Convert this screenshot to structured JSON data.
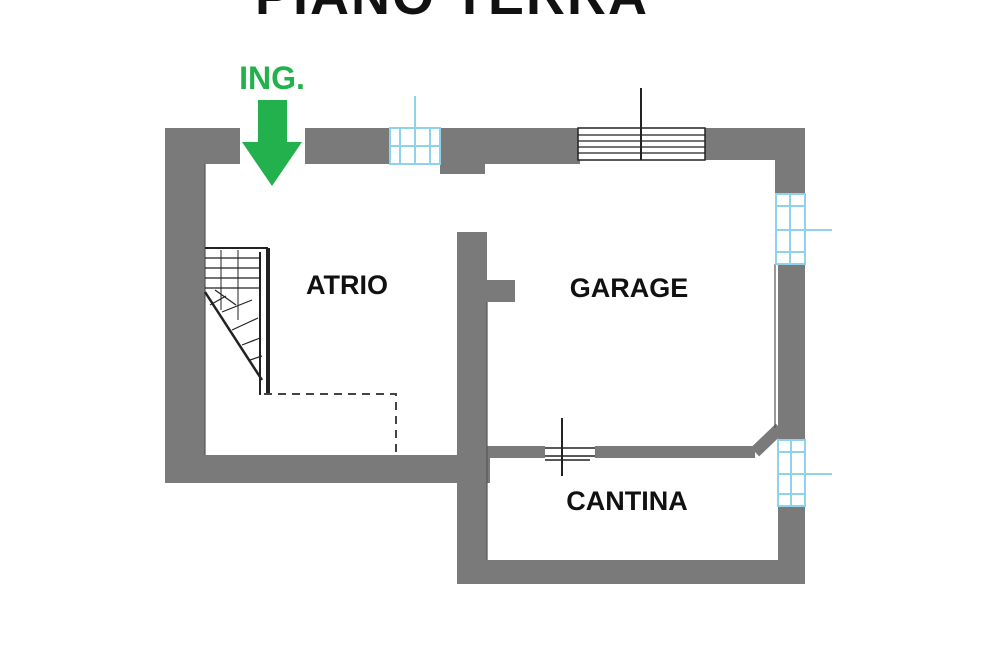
{
  "title": "PIANO TERRA",
  "entrance": {
    "label": "ING."
  },
  "rooms": [
    {
      "name": "ATRIO"
    },
    {
      "name": "GARAGE"
    },
    {
      "name": "CANTINA"
    }
  ],
  "colors": {
    "wall": "#7a7a7a",
    "wall_dark": "#222222",
    "window": "#8fd3ea",
    "entrance_arrow": "#22b14c",
    "text": "#111111"
  },
  "icons": {
    "entrance_arrow": "arrow-down-icon",
    "window": "window-icon",
    "door": "door-icon",
    "stairs": "staircase-icon"
  }
}
